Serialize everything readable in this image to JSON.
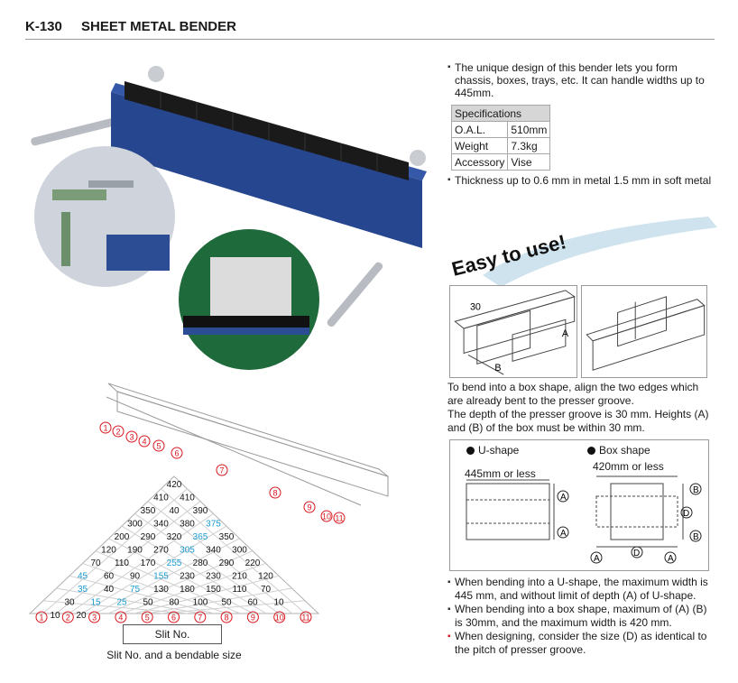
{
  "header": {
    "code": "K-130",
    "title": "SHEET METAL BENDER"
  },
  "intro": "The unique design of this bender lets you form chassis, boxes, trays, etc. It can handle widths up to 445mm.",
  "specs": {
    "heading": "Specifications",
    "rows": [
      {
        "label": "O.A.L.",
        "value": "510mm"
      },
      {
        "label": "Weight",
        "value": "7.3kg"
      },
      {
        "label": "Accessory",
        "value": "Vise"
      }
    ]
  },
  "thickness": "Thickness up to 0.6 mm in metal 1.5 mm in soft metal",
  "easy_label": "Easy to use!",
  "diagram1": {
    "dim_30": "30",
    "label_a": "A",
    "label_b": "B"
  },
  "instructions": [
    "To bend into a box shape, align the two edges which are already bent to the presser groove.",
    "The depth of the presser groove is 30 mm. Heights (A) and (B) of the box must be within 30 mm."
  ],
  "shapes": {
    "u_shape": "U-shape",
    "box_shape": "Box shape",
    "u_width": "445mm or less",
    "box_width": "420mm or less",
    "a": "A",
    "b": "B",
    "d": "D"
  },
  "notes": [
    {
      "text": "When bending into a U-shape, the maximum width is 445 mm, and without limit of depth (A) of U-shape.",
      "red": false
    },
    {
      "text": "When bending into a box shape, maximum of (A) (B) is 30mm, and the maximum width is 420 mm.",
      "red": false
    },
    {
      "text": "When designing, consider the size (D) as identical to the pitch of presser groove.",
      "red": true
    }
  ],
  "bender_slits": [
    "1",
    "2",
    "3",
    "4",
    "5",
    "6",
    "7",
    "8",
    "9",
    "10",
    "11"
  ],
  "triangle": {
    "rows": [
      [
        "420"
      ],
      [
        "410",
        "410"
      ],
      [
        "350",
        "40",
        "390"
      ],
      [
        "300",
        "340",
        "380",
        "375"
      ],
      [
        "200",
        "290",
        "320",
        "365",
        "350"
      ],
      [
        "120",
        "190",
        "270",
        "305",
        "340",
        "300"
      ],
      [
        "70",
        "110",
        "170",
        "255",
        "280",
        "290",
        "220"
      ],
      [
        "45",
        "60",
        "90",
        "155",
        "230",
        "230",
        "210",
        "120"
      ],
      [
        "35",
        "40",
        "75",
        "130",
        "180",
        "150",
        "110",
        "70"
      ],
      [
        "30",
        "15",
        "25",
        "50",
        "80",
        "100",
        "50",
        "60",
        "10"
      ],
      [
        "10",
        "20"
      ]
    ],
    "bottom_labels": [
      "1",
      "2",
      "3",
      "4",
      "5",
      "6",
      "7",
      "8",
      "9",
      "10",
      "11"
    ],
    "highlight_color": "#1a9bd0",
    "circle_color": "#d8171e"
  },
  "slit_label": "Slit No.",
  "caption": "Slit No. and a bendable size"
}
